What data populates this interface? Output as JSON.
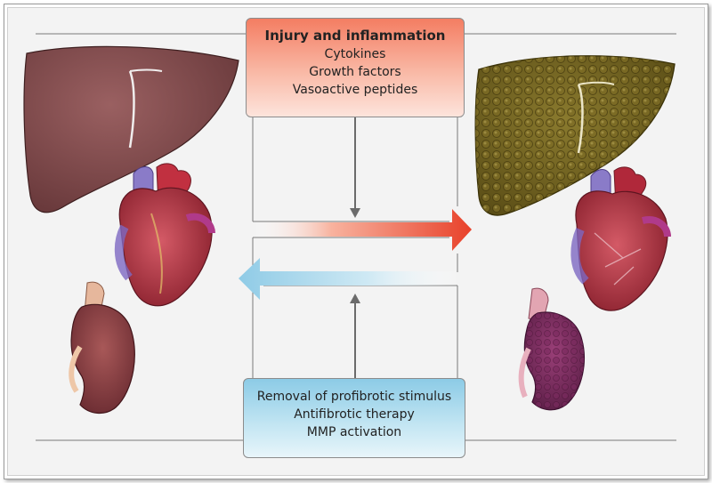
{
  "top_box": {
    "title": "Injury and inflammation",
    "items": [
      "Cytokines",
      "Growth factors",
      "Vasoactive peptides"
    ]
  },
  "bottom_box": {
    "items": [
      "Removal of profibrotic stimulus",
      "Antifibrotic therapy",
      "MMP activation"
    ]
  },
  "colors": {
    "injury_arrow": "#e8412a",
    "recovery_arrow": "#8fcbe6",
    "connector": "#6b6b6b"
  },
  "organs": {
    "left": [
      "liver-icon",
      "heart-icon",
      "kidney-icon"
    ],
    "right": [
      "fibrotic-liver-icon",
      "fibrotic-heart-icon",
      "fibrotic-kidney-icon"
    ]
  }
}
